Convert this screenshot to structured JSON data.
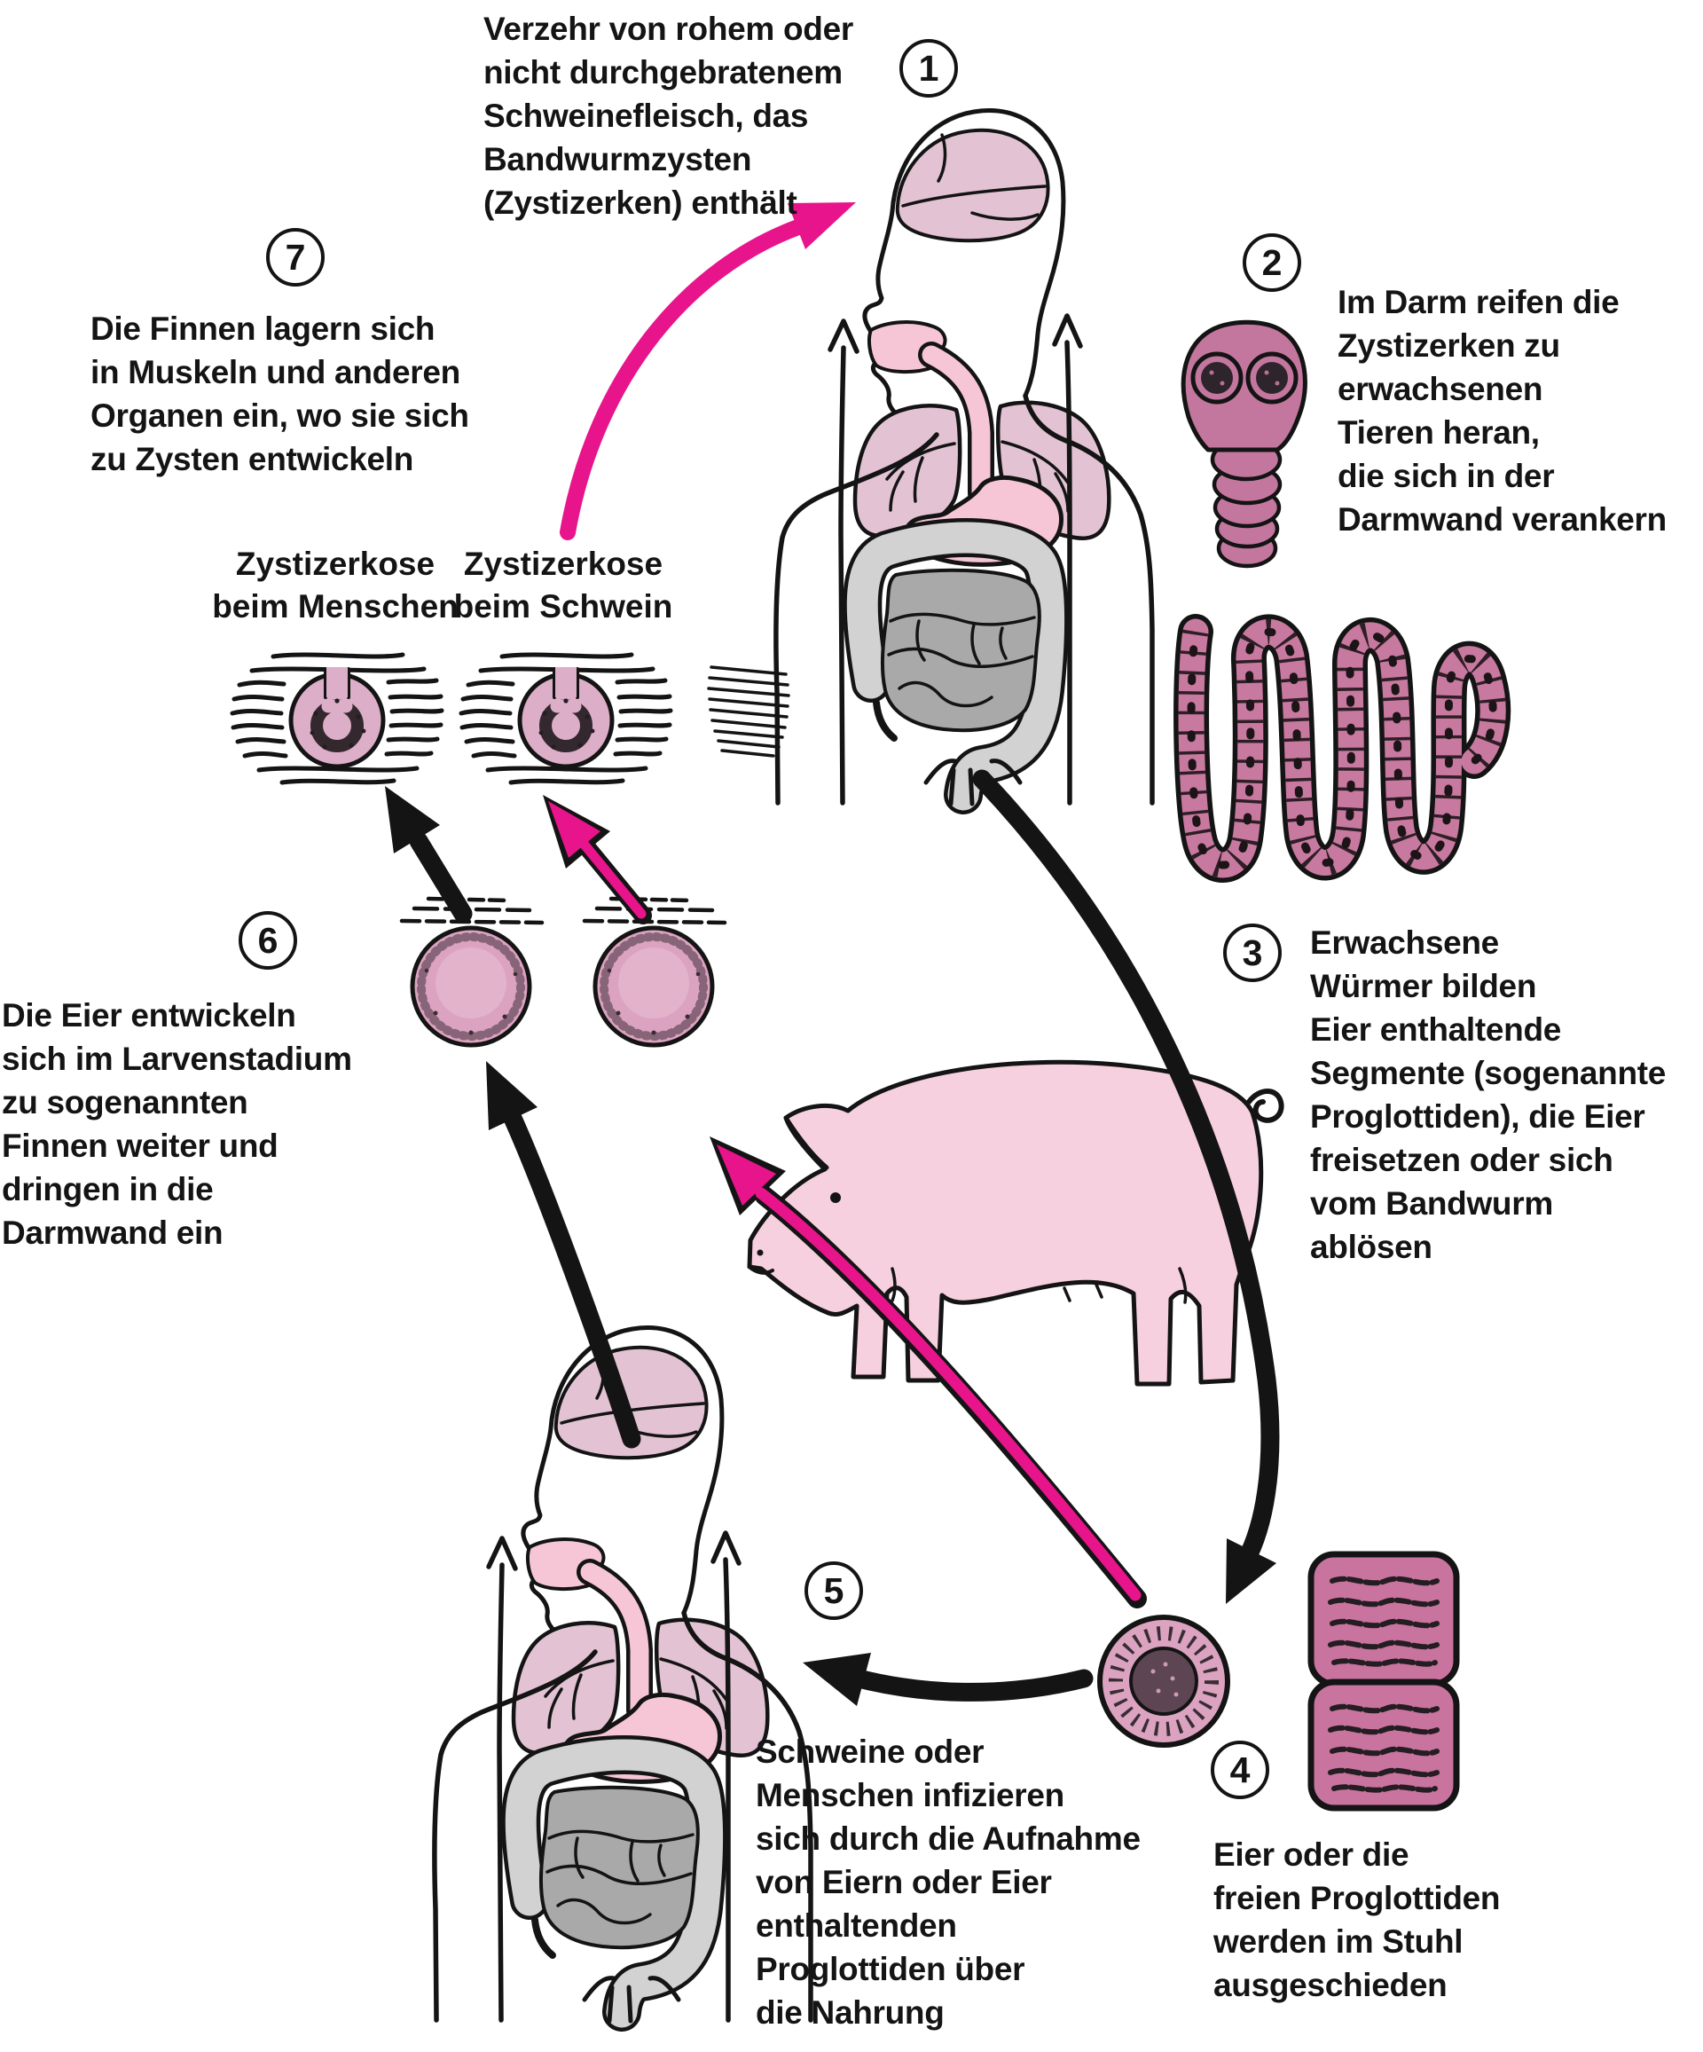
{
  "diagram": {
    "language": "de",
    "subject": "Lebenszyklus des Schweinebandwurms (Zyklus-Diagramm)"
  },
  "steps": [
    {
      "number": "1",
      "text": "Verzehr von rohem oder\nnicht durchgebratenem\nSchweinefleisch, das\nBandwurmzysten\n(Zystizerken) enthält"
    },
    {
      "number": "2",
      "text": "Im Darm reifen die\nZystizerken zu\nerwachsenen\nTieren heran,\ndie sich in der\nDarmwand verankern"
    },
    {
      "number": "3",
      "text": "Erwachsene\nWürmer bilden\nEier enthaltende\nSegmente (sogenannte\nProglottiden), die Eier\nfreisetzen oder sich\nvom Bandwurm\nablösen"
    },
    {
      "number": "4",
      "text": "Eier oder die\nfreien Proglottiden\nwerden im Stuhl\nausgeschieden"
    },
    {
      "number": "5",
      "text": "Schweine oder\nMenschen infizieren\nsich durch die Aufnahme\nvon Eiern oder Eier\nenthaltenden\nProglottiden über\ndie Nahrung"
    },
    {
      "number": "6",
      "text": "Die Eier entwickeln\nsich im Larvenstadium\nzu sogenannten\nFinnen weiter und\ndringen in die\nDarmwand ein"
    },
    {
      "number": "7",
      "text": "Die Finnen lagern sich\nin Muskeln und anderen\nOrganen ein, wo sie sich\nzu Zysten entwickeln"
    }
  ],
  "labels": {
    "cysticercosis_human": "Zystizerkose\nbeim Menschen",
    "cysticercosis_pig": "Zystizerkose\nbeim Schwein"
  },
  "illustrations": [
    "human-body-with-organs-upper",
    "human-body-with-organs-lower",
    "pig",
    "tapeworm-scolex",
    "adult-tapeworm-coil",
    "tapeworm-egg",
    "proglottid-segments",
    "cysticercus-larva-left",
    "cysticercus-larva-right",
    "muscle-cyst-human",
    "muscle-cyst-pig",
    "muscle-texture-patch"
  ],
  "colors": {
    "background": "#ffffff",
    "text": "#141414",
    "magenta_arrow": "#e8148b",
    "black_arrow": "#141414",
    "worm_pink": "#c8799f",
    "scolex_pink": "#c4779e",
    "proglottid_pink": "#c9739f",
    "larva_pink": "#dba3c0",
    "cyst_pink": "#dcaec7",
    "organ_pink": "#e3c3d3",
    "mouth_pink": "#f6c6d7",
    "pig_pink": "#f7d0df",
    "colon_gray": "#d2d2d2",
    "intestine_gray": "#a9a9a9"
  }
}
